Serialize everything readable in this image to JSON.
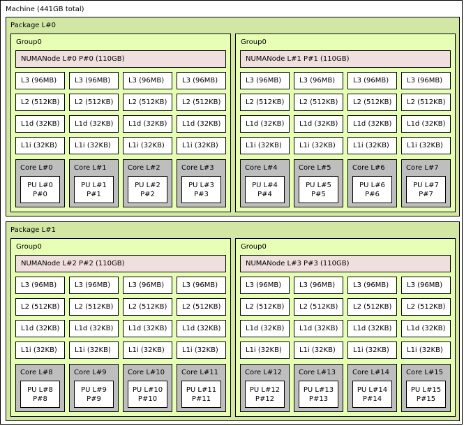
{
  "machine": {
    "title": "Machine (441GB total)"
  },
  "packages": [
    {
      "label": "Package L#0",
      "groups": [
        {
          "label": "Group0",
          "numa": "NUMANode L#0 P#0 (110GB)",
          "l3": [
            "L3 (96MB)",
            "L3 (96MB)",
            "L3 (96MB)",
            "L3 (96MB)"
          ],
          "l2": [
            "L2 (512KB)",
            "L2 (512KB)",
            "L2 (512KB)",
            "L2 (512KB)"
          ],
          "l1d": [
            "L1d (32KB)",
            "L1d (32KB)",
            "L1d (32KB)",
            "L1d (32KB)"
          ],
          "l1i": [
            "L1i (32KB)",
            "L1i (32KB)",
            "L1i (32KB)",
            "L1i (32KB)"
          ],
          "cores": [
            {
              "label": "Core L#0",
              "pu": "PU L#0",
              "pu_p": "P#0"
            },
            {
              "label": "Core L#1",
              "pu": "PU L#1",
              "pu_p": "P#1"
            },
            {
              "label": "Core L#2",
              "pu": "PU L#2",
              "pu_p": "P#2"
            },
            {
              "label": "Core L#3",
              "pu": "PU L#3",
              "pu_p": "P#3"
            }
          ]
        },
        {
          "label": "Group0",
          "numa": "NUMANode L#1 P#1 (110GB)",
          "l3": [
            "L3 (96MB)",
            "L3 (96MB)",
            "L3 (96MB)",
            "L3 (96MB)"
          ],
          "l2": [
            "L2 (512KB)",
            "L2 (512KB)",
            "L2 (512KB)",
            "L2 (512KB)"
          ],
          "l1d": [
            "L1d (32KB)",
            "L1d (32KB)",
            "L1d (32KB)",
            "L1d (32KB)"
          ],
          "l1i": [
            "L1i (32KB)",
            "L1i (32KB)",
            "L1i (32KB)",
            "L1i (32KB)"
          ],
          "cores": [
            {
              "label": "Core L#4",
              "pu": "PU L#4",
              "pu_p": "P#4"
            },
            {
              "label": "Core L#5",
              "pu": "PU L#5",
              "pu_p": "P#5"
            },
            {
              "label": "Core L#6",
              "pu": "PU L#6",
              "pu_p": "P#6"
            },
            {
              "label": "Core L#7",
              "pu": "PU L#7",
              "pu_p": "P#7"
            }
          ]
        }
      ]
    },
    {
      "label": "Package L#1",
      "groups": [
        {
          "label": "Group0",
          "numa": "NUMANode L#2 P#2 (110GB)",
          "l3": [
            "L3 (96MB)",
            "L3 (96MB)",
            "L3 (96MB)",
            "L3 (96MB)"
          ],
          "l2": [
            "L2 (512KB)",
            "L2 (512KB)",
            "L2 (512KB)",
            "L2 (512KB)"
          ],
          "l1d": [
            "L1d (32KB)",
            "L1d (32KB)",
            "L1d (32KB)",
            "L1d (32KB)"
          ],
          "l1i": [
            "L1i (32KB)",
            "L1i (32KB)",
            "L1i (32KB)",
            "L1i (32KB)"
          ],
          "cores": [
            {
              "label": "Core L#8",
              "pu": "PU L#8",
              "pu_p": "P#8"
            },
            {
              "label": "Core L#9",
              "pu": "PU L#9",
              "pu_p": "P#9"
            },
            {
              "label": "Core L#10",
              "pu": "PU L#10",
              "pu_p": "P#10"
            },
            {
              "label": "Core L#11",
              "pu": "PU L#11",
              "pu_p": "P#11"
            }
          ]
        },
        {
          "label": "Group0",
          "numa": "NUMANode L#3 P#3 (110GB)",
          "l3": [
            "L3 (96MB)",
            "L3 (96MB)",
            "L3 (96MB)",
            "L3 (96MB)"
          ],
          "l2": [
            "L2 (512KB)",
            "L2 (512KB)",
            "L2 (512KB)",
            "L2 (512KB)"
          ],
          "l1d": [
            "L1d (32KB)",
            "L1d (32KB)",
            "L1d (32KB)",
            "L1d (32KB)"
          ],
          "l1i": [
            "L1i (32KB)",
            "L1i (32KB)",
            "L1i (32KB)",
            "L1i (32KB)"
          ],
          "cores": [
            {
              "label": "Core L#12",
              "pu": "PU L#12",
              "pu_p": "P#12"
            },
            {
              "label": "Core L#13",
              "pu": "PU L#13",
              "pu_p": "P#13"
            },
            {
              "label": "Core L#14",
              "pu": "PU L#14",
              "pu_p": "P#14"
            },
            {
              "label": "Core L#15",
              "pu": "PU L#15",
              "pu_p": "P#15"
            }
          ]
        }
      ]
    }
  ],
  "colors": {
    "package": "#d2e7a4",
    "group": "#e7ffb5",
    "numa": "#efdfde",
    "cache": "#ffffff",
    "core": "#bebebe",
    "pu": "#ffffff"
  }
}
